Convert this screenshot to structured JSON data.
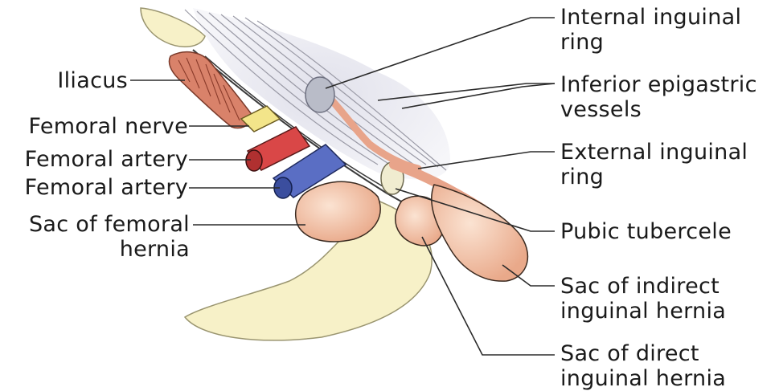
{
  "labels": {
    "internal_ring": [
      "Internal inguinal",
      "ring"
    ],
    "inferior_epigastric": [
      "Inferior epigastric",
      "vessels"
    ],
    "external_ring": [
      "External inguinal",
      "ring"
    ],
    "pubic_tubercle": "Pubic tubercele",
    "sac_indirect": [
      "Sac of indirect",
      "inguinal hernia"
    ],
    "sac_direct": [
      "Sac of direct",
      "inguinal hernia"
    ],
    "iliacus": "Iliacus",
    "femoral_nerve": "Femoral nerve",
    "femoral_artery_1": "Femoral artery",
    "femoral_artery_2": "Femoral artery",
    "sac_femoral": [
      "Sac of femoral",
      "hernia"
    ]
  },
  "colors": {
    "bone": "#f7f1c8",
    "muscle": "#d9826a",
    "nerve": "#f3e58a",
    "artery": "#d94747",
    "vein": "#5a6ec4",
    "sac": "#f2c4a8",
    "peritoneum_shadow": "#e6e6ee",
    "leader": "#2b2b2b"
  }
}
